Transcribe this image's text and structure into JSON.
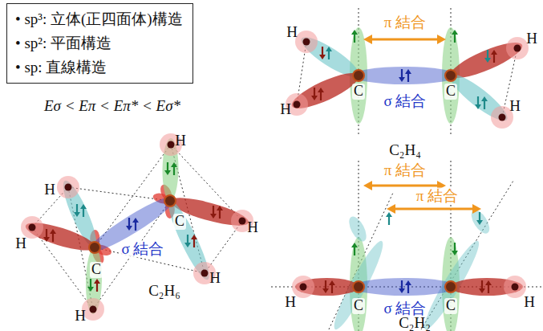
{
  "diagram": {
    "nodes": [
      {
        "text": [
          "• sp³: 立体(正四面体)構造",
          "• sp²: 平面構造",
          "• sp: 直線構造"
        ]
      }
    ],
    "labels": [
      "Eσ < Eπ < Eπ* < Eσ*",
      "H",
      "H",
      "π 結合",
      "C",
      "C",
      "σ 結合",
      "H",
      "H",
      "C₂H₄",
      "H",
      "H",
      "H",
      "C",
      "σ 結合",
      "C",
      "H",
      "H",
      "H",
      "C₂H₆",
      "π 結合",
      "π 結合",
      "H",
      "C",
      "C",
      "H",
      "σ 結合",
      "C₂H₂"
    ]
  }
}
